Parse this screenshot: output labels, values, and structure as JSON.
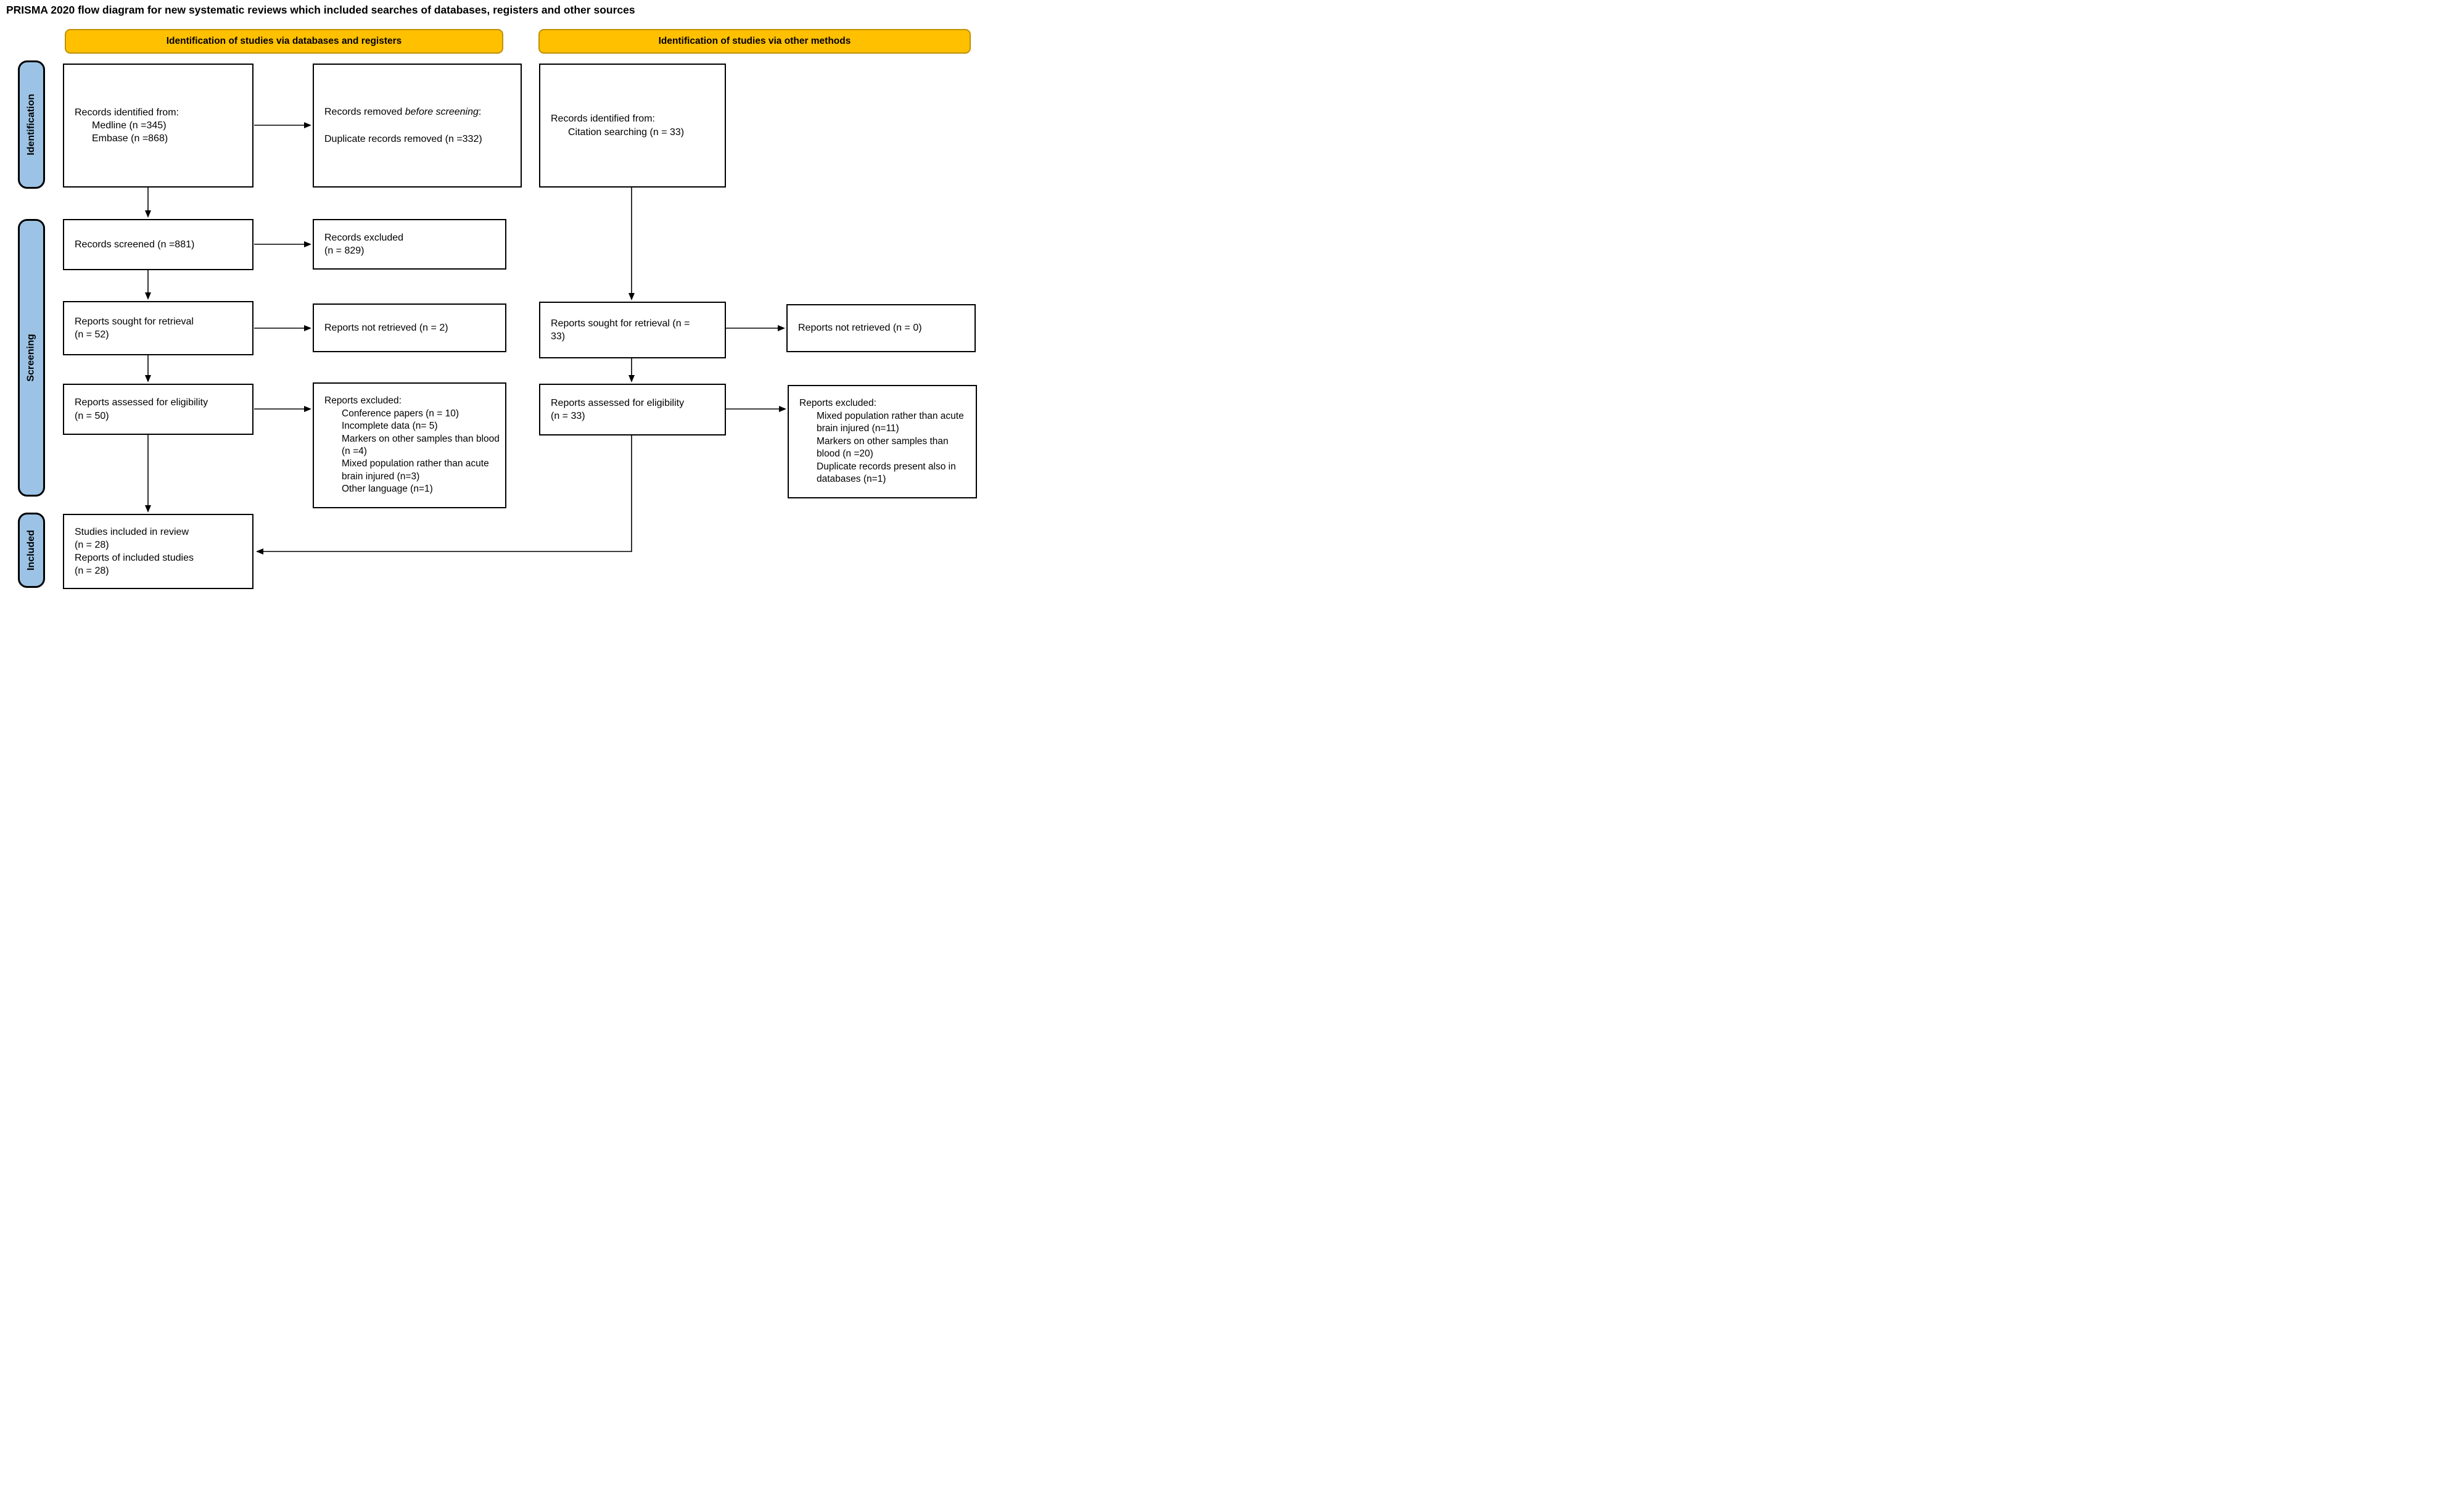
{
  "title": "PRISMA 2020 flow diagram for new systematic reviews which included searches of databases, registers and other sources",
  "column_headers": {
    "databases": "Identification of studies via databases and registers",
    "other_methods": "Identification of studies via other methods"
  },
  "sidebar": {
    "identification": "Identification",
    "screening": "Screening",
    "included": "Included"
  },
  "boxes": {
    "records_identified_db": {
      "lines": [
        "Records identified from:",
        "Medline (n =345)",
        "Embase (n =868)"
      ]
    },
    "records_removed": {
      "prefix": "Records removed ",
      "emphasis": "before screening",
      "suffix": ":",
      "line2": "Duplicate records removed (n =332)"
    },
    "records_identified_other": {
      "lines": [
        "Records identified from:",
        "Citation searching (n = 33)"
      ]
    },
    "records_screened": {
      "line": "Records screened (n =881)"
    },
    "records_excluded": {
      "lines": [
        "Records excluded",
        "(n = 829)"
      ]
    },
    "reports_sought_db": {
      "lines": [
        "Reports sought for retrieval",
        "(n = 52)"
      ]
    },
    "reports_not_retrieved_db": {
      "line": "Reports not retrieved (n = 2)"
    },
    "reports_sought_other": {
      "lines": [
        "Reports sought for retrieval (n =",
        "33)"
      ]
    },
    "reports_not_retrieved_other": {
      "line": "Reports not retrieved (n = 0)"
    },
    "reports_assessed_db": {
      "lines": [
        "Reports assessed for eligibility",
        "(n = 50)"
      ]
    },
    "reports_excluded_db": {
      "header": "Reports excluded:",
      "items": [
        "Conference papers (n = 10)",
        "Incomplete data (n= 5)",
        "Markers on other samples than blood (n =4)",
        "Mixed population rather than acute brain injured (n=3)",
        "Other language (n=1)"
      ]
    },
    "reports_assessed_other": {
      "lines": [
        "Reports assessed for eligibility",
        "(n = 33)"
      ]
    },
    "reports_excluded_other": {
      "header": "Reports excluded:",
      "items": [
        "Mixed population rather than acute brain injured (n=11)",
        "Markers on other samples than blood (n =20)",
        "Duplicate records present also in databases (n=1)"
      ]
    },
    "studies_included": {
      "lines": [
        "Studies included in review",
        "(n = 28)",
        "Reports of included studies",
        "(n = 28)"
      ]
    }
  },
  "colors": {
    "header_fill": "#FFC000",
    "header_border": "#BF9000",
    "sidebar_fill": "#9CC3E5",
    "box_border": "#000000",
    "arrow": "#000000"
  }
}
